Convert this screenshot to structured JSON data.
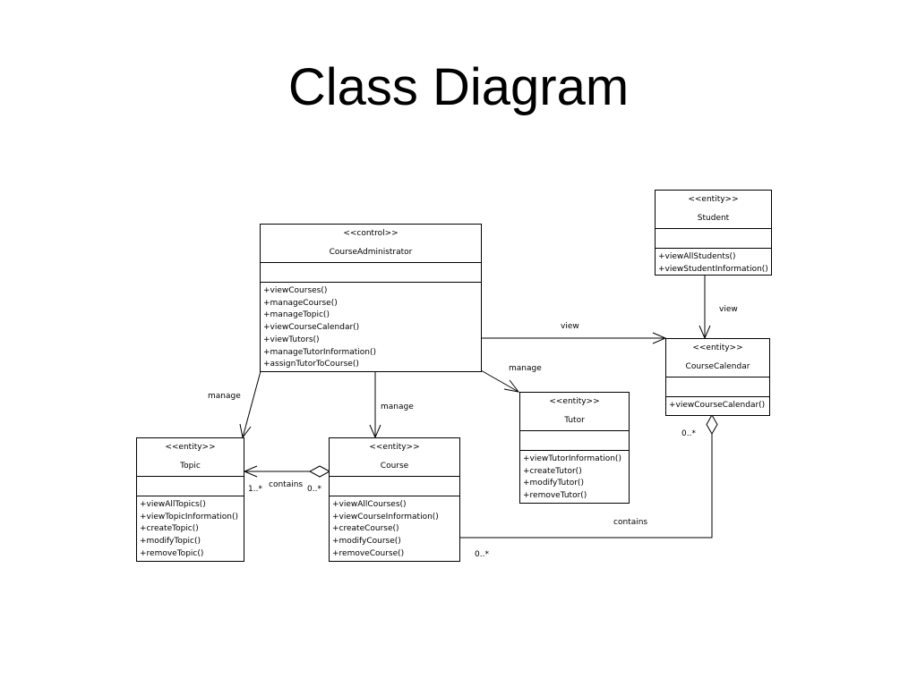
{
  "title": "Class Diagram",
  "classes": {
    "course_administrator": {
      "stereotype": "<<control>>",
      "name": "CourseAdministrator",
      "operations": [
        "+viewCourses()",
        "+manageCourse()",
        "+manageTopic()",
        "+viewCourseCalendar()",
        "+viewTutors()",
        "+manageTutorInformation()",
        "+assignTutorToCourse()"
      ]
    },
    "student": {
      "stereotype": "<<entity>>",
      "name": "Student",
      "operations": [
        "+viewAllStudents()",
        "+viewStudentInformation()"
      ]
    },
    "course_calendar": {
      "stereotype": "<<entity>>",
      "name": "CourseCalendar",
      "operations": [
        "+viewCourseCalendar()"
      ]
    },
    "tutor": {
      "stereotype": "<<entity>>",
      "name": "Tutor",
      "operations": [
        "+viewTutorInformation()",
        "+createTutor()",
        "+modifyTutor()",
        "+removeTutor()"
      ]
    },
    "topic": {
      "stereotype": "<<entity>>",
      "name": "Topic",
      "operations": [
        "+viewAllTopics()",
        "+viewTopicInformation()",
        "+createTopic()",
        "+modifyTopic()",
        "+removeTopic()"
      ]
    },
    "course": {
      "stereotype": "<<entity>>",
      "name": "Course",
      "operations": [
        "+viewAllCourses()",
        "+viewCourseInformation()",
        "+createCourse()",
        "+modifyCourse()",
        "+removeCourse()"
      ]
    }
  },
  "labels": {
    "admin_calendar_view": "view",
    "student_calendar_view": "view",
    "admin_tutor_manage": "manage",
    "admin_topic_manage": "manage",
    "admin_course_manage": "manage",
    "course_topic_contains": "contains",
    "topic_multiplicity": "1..*",
    "course_topic_multiplicity": "0..*",
    "calendar_course_contains": "contains",
    "calendar_multiplicity": "0..*",
    "course_calendar_multiplicity": "0..*"
  }
}
